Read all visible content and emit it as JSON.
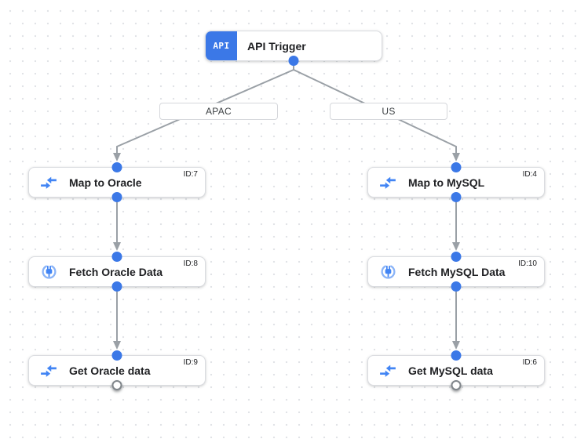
{
  "colors": {
    "accent_blue": "#3B78E7",
    "icon_blue": "#4285F4",
    "icon_blue_light": "#8AB4F8",
    "edge_gray": "#9AA0A6",
    "node_border": "#DADCE0",
    "text_dark": "#202124"
  },
  "trigger": {
    "badge": "API",
    "title": "API Trigger"
  },
  "edge_labels": {
    "left": "APAC",
    "right": "US"
  },
  "nodes": [
    {
      "title": "Map to Oracle",
      "id": "ID:7",
      "icon": "mapping-icon"
    },
    {
      "title": "Fetch Oracle Data",
      "id": "ID:8",
      "icon": "connector-icon"
    },
    {
      "title": "Get Oracle data",
      "id": "ID:9",
      "icon": "mapping-icon"
    },
    {
      "title": "Map to MySQL",
      "id": "ID:4",
      "icon": "mapping-icon"
    },
    {
      "title": "Fetch MySQL Data",
      "id": "ID:10",
      "icon": "connector-icon"
    },
    {
      "title": "Get MySQL data",
      "id": "ID:6",
      "icon": "mapping-icon"
    }
  ]
}
